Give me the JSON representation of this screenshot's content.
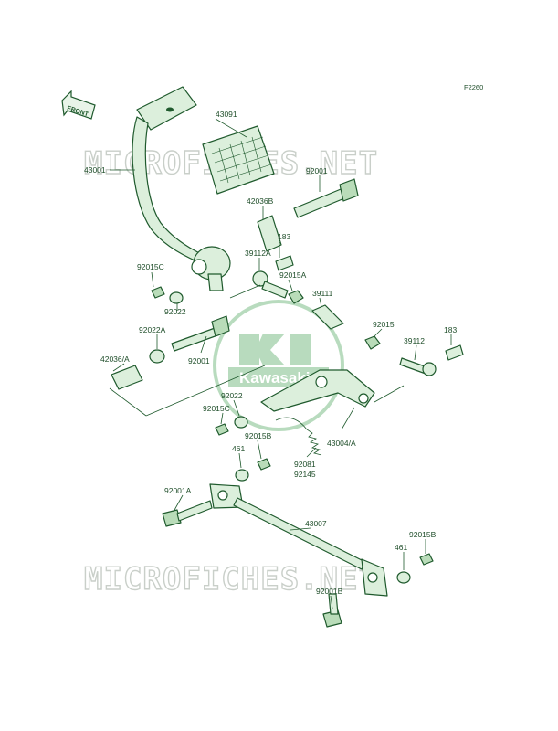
{
  "figure_code": "F2260",
  "front_label": "FRONT",
  "watermark": {
    "text": "MICROFICHES.NET",
    "color": "#c9cfc9"
  },
  "logo": {
    "text": "Kawasaki",
    "color": "#7fbf8a"
  },
  "colors": {
    "line": "#1f5a2d",
    "part_fill": "#dcefdc",
    "label": "#1f4e2a"
  },
  "labels": {
    "p43091": "43091",
    "p43001": "43001",
    "p92001_top": "92001",
    "p42036B": "42036B",
    "p183_top": "183",
    "p39112A": "39112A",
    "p92015C_top": "92015C",
    "p92015A": "92015A",
    "p92022_top": "92022",
    "p39111": "39111",
    "p92022A": "92022A",
    "p92015_mid": "92015",
    "p183_right": "183",
    "p42036A": "42036/A",
    "p92001_mid": "92001",
    "p39112": "39112",
    "p92022_mid": "92022",
    "p92015C_mid": "92015C",
    "p92015B_mid": "92015B",
    "p43004A": "43004/A",
    "p461_mid": "461",
    "p92081": "92081",
    "p92145": "92145",
    "p92001A": "92001A",
    "p43007": "43007",
    "p92015B_bot": "92015B",
    "p461_bot": "461",
    "p92001B": "92001B"
  }
}
